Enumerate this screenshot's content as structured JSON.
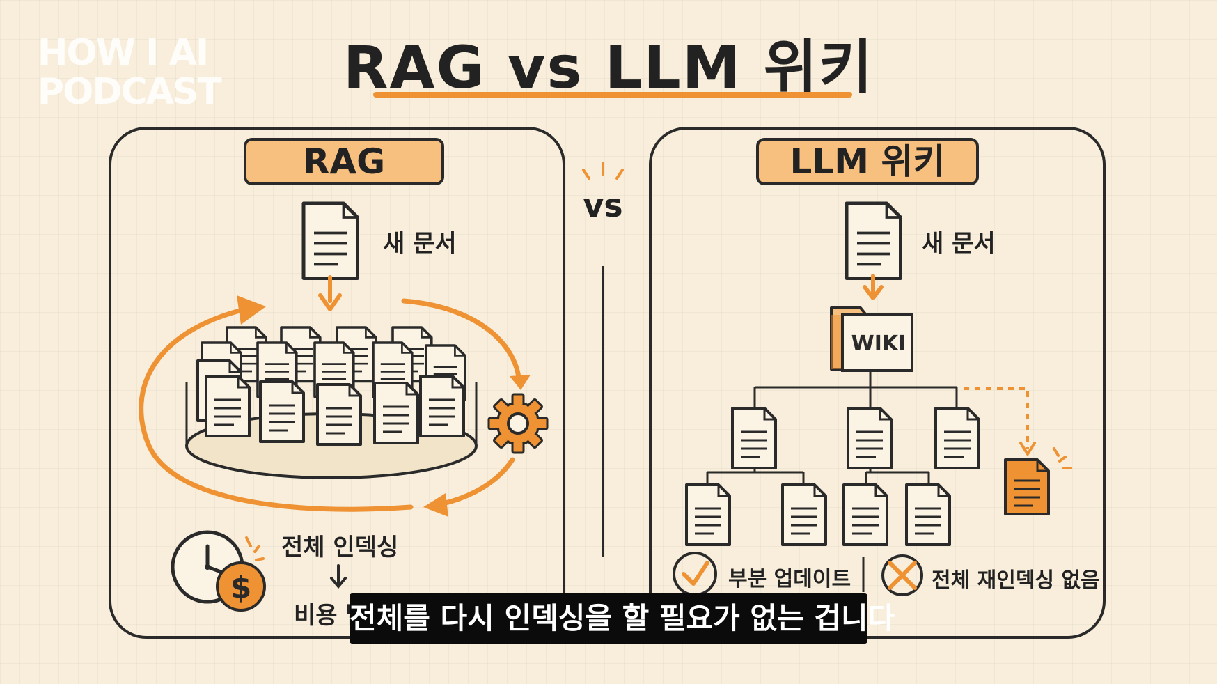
{
  "watermark": {
    "line1": "HOW I AI",
    "line2": "PODCAST"
  },
  "title": "RAG vs LLM 위키",
  "vs_label": "vs",
  "left": {
    "header": "RAG",
    "new_doc_label": "새 문서",
    "reindex_label": "전체 인덱싱",
    "cost_label": "비용 발",
    "dollar_sign": "$"
  },
  "right": {
    "header": "LLM 위키",
    "new_doc_label": "새 문서",
    "wiki_label": "WIKI",
    "partial_update_label": "부분 업데이트",
    "no_reindex_label": "전체 재인덱싱 없음"
  },
  "subtitle": "전체를 다시 인덱싱을 할 필요가 없는 겁니다",
  "colors": {
    "accent": "#ee9233",
    "header_fill": "#f7c07f",
    "ink": "#2a2a2a",
    "paper": "#f8eedb"
  },
  "icons": [
    "document-icon",
    "arrow-down-icon",
    "gear-icon",
    "clock-icon",
    "dollar-coin-icon",
    "folder-icon",
    "check-icon",
    "cross-icon"
  ]
}
